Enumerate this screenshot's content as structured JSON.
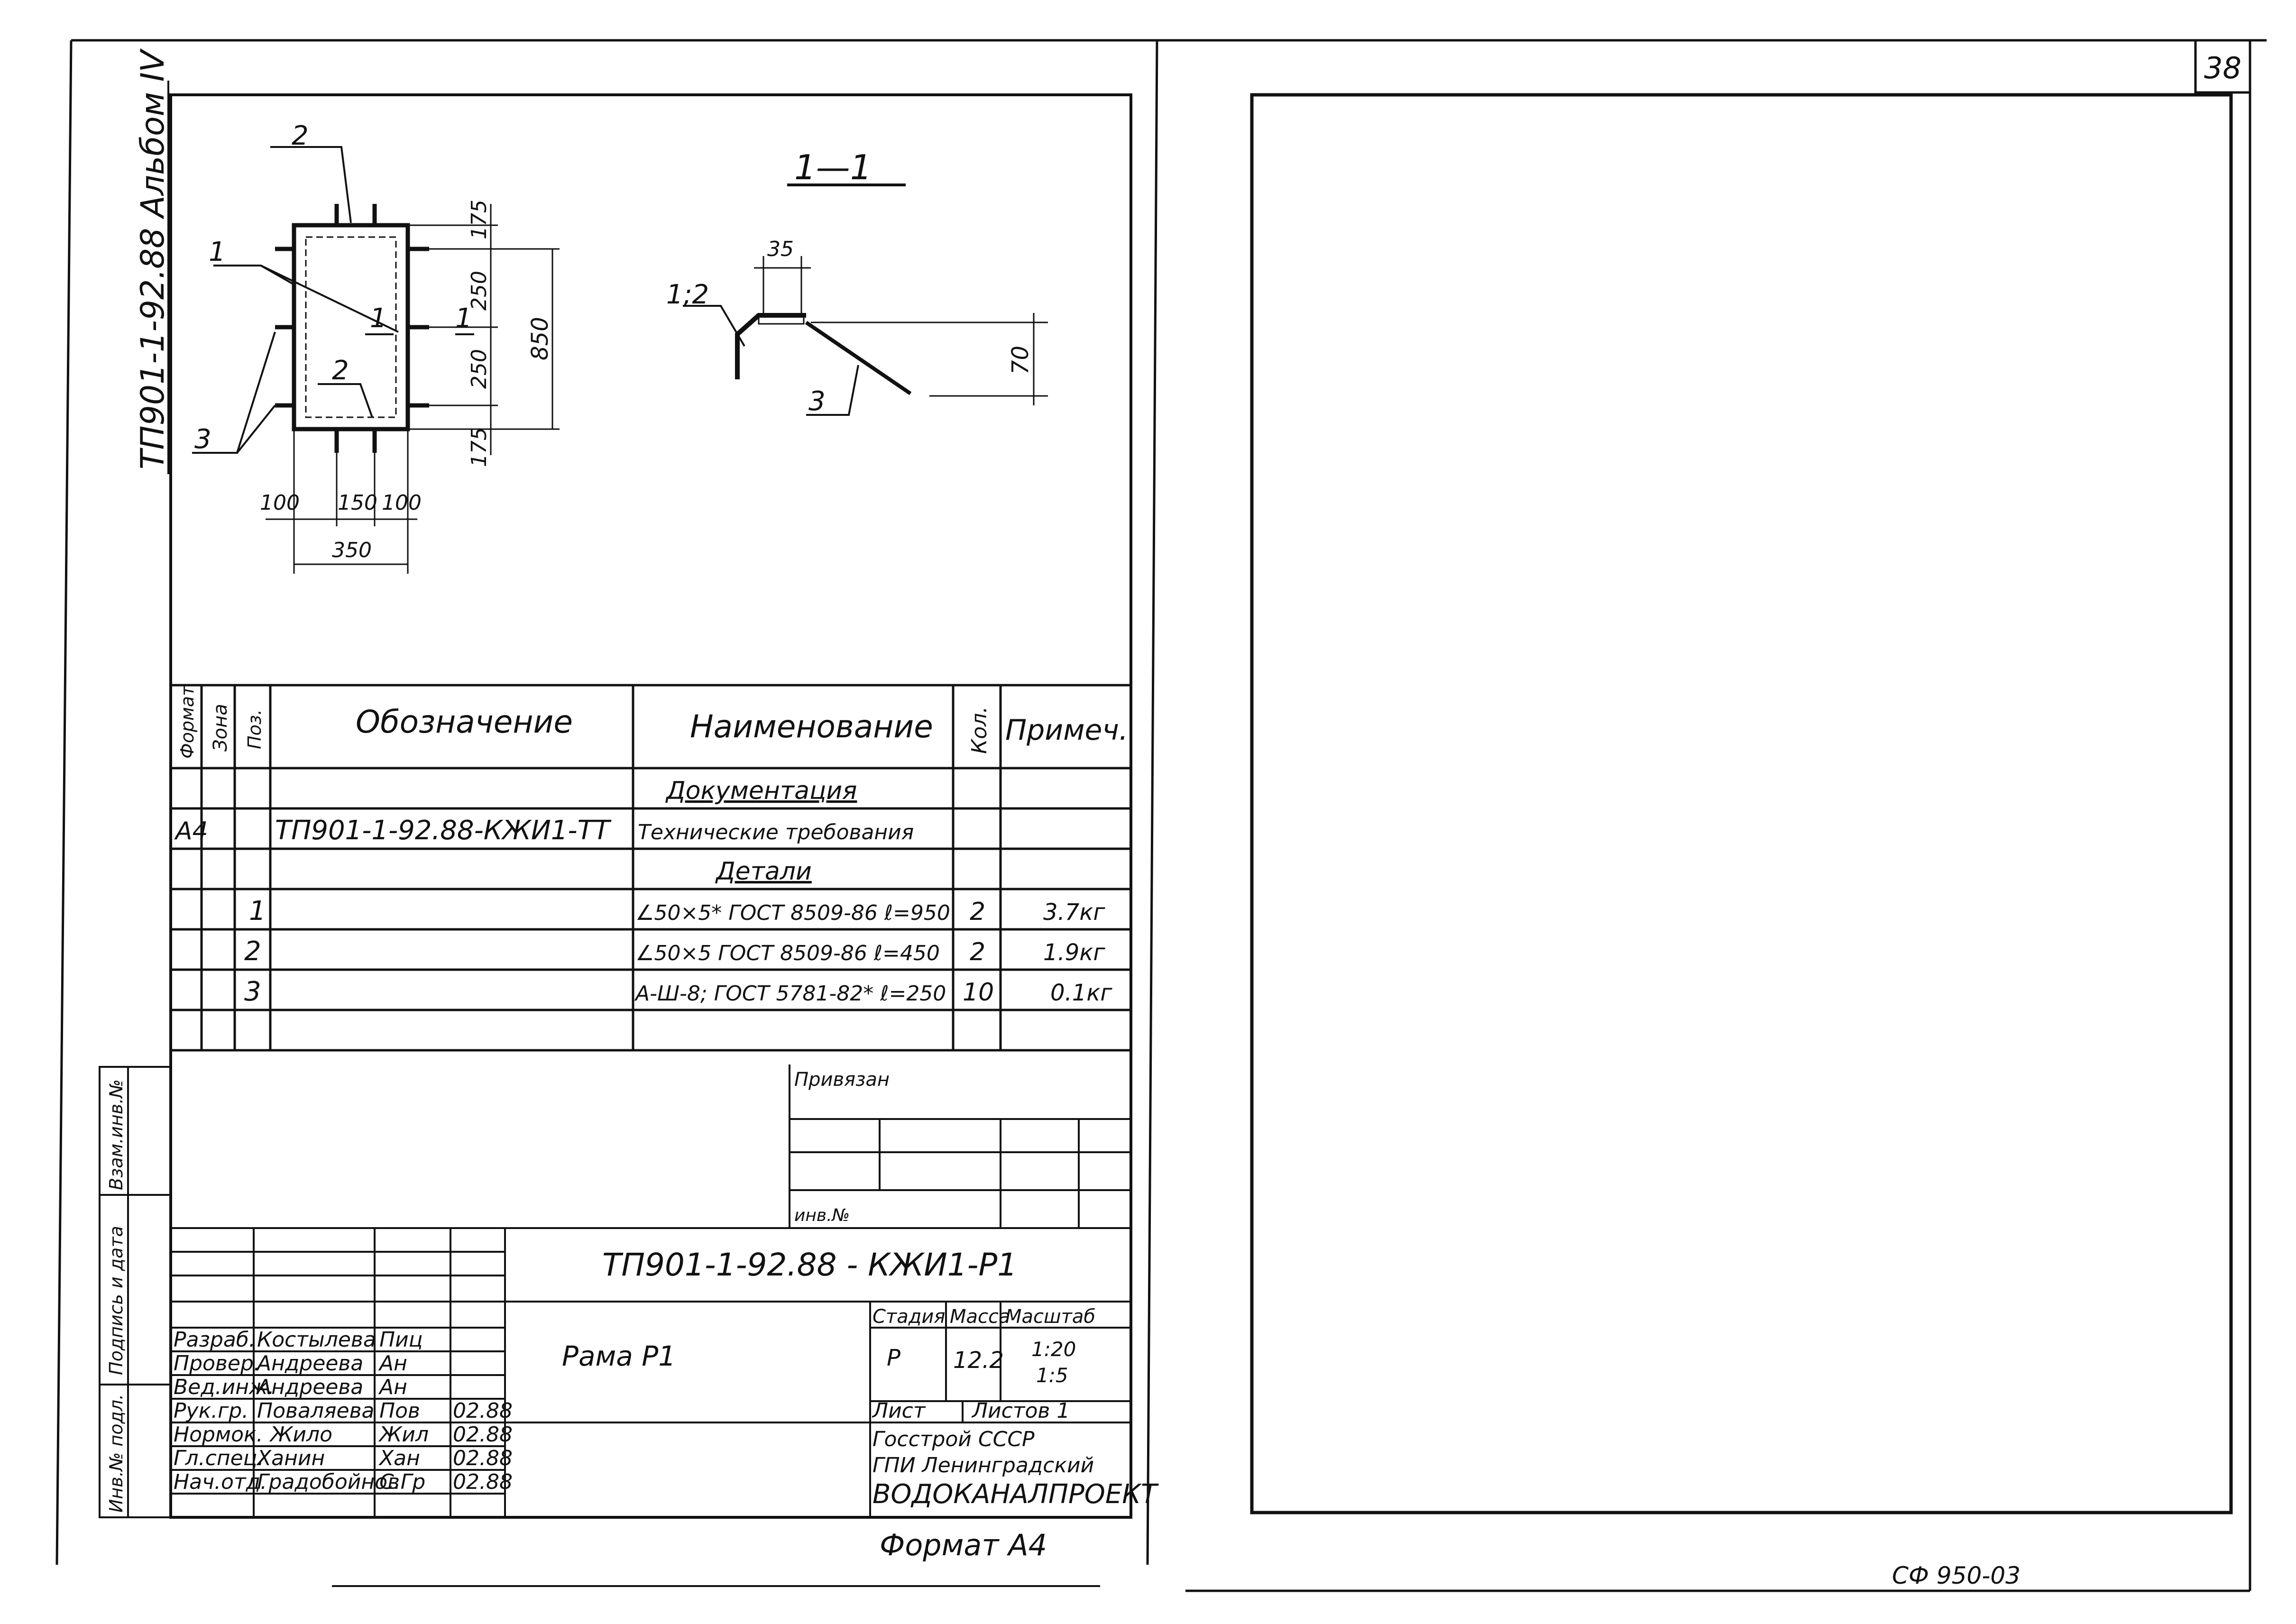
{
  "page_number": "38",
  "album_ref": "ТП901-1-92.88 Альбом IV",
  "section_label": "1—1",
  "drawing": {
    "labels": {
      "pos1": "1",
      "pos2_top": "2",
      "pos2_bottom": "2",
      "pos3": "3",
      "section_mark_left": "1",
      "section_mark_right": "1",
      "section_pos12": "1;2",
      "section_pos3": "3"
    },
    "dims": {
      "d175_top": "175",
      "d250_a": "250",
      "d250_b": "250",
      "d175_bottom": "175",
      "d850": "850",
      "d100_left": "100",
      "d150": "150",
      "d100_right": "100",
      "d350": "350",
      "d35": "35",
      "d70": "70"
    }
  },
  "spec_table": {
    "headers": {
      "format": "Формат",
      "zone": "Зона",
      "pos": "Поз.",
      "designation": "Обозначение",
      "name": "Наименование",
      "qty": "Кол.",
      "note": "Примеч."
    },
    "rows": [
      {
        "format": "",
        "zone": "",
        "pos": "",
        "designation": "",
        "name": "Документация",
        "qty": "",
        "note": ""
      },
      {
        "format": "А4",
        "zone": "",
        "pos": "",
        "designation": "ТП901-1-92.88-КЖИ1-ТТ",
        "name": "Технические требования",
        "qty": "",
        "note": ""
      },
      {
        "format": "",
        "zone": "",
        "pos": "",
        "designation": "",
        "name": "Детали",
        "qty": "",
        "note": ""
      },
      {
        "format": "",
        "zone": "",
        "pos": "1",
        "designation": "",
        "name": "∠50×5* ГОСТ 8509-86   ℓ=950",
        "qty": "2",
        "note": "3.7кг"
      },
      {
        "format": "",
        "zone": "",
        "pos": "2",
        "designation": "",
        "name": "∠50×5 ГОСТ 8509-86   ℓ=450",
        "qty": "2",
        "note": "1.9кг"
      },
      {
        "format": "",
        "zone": "",
        "pos": "3",
        "designation": "",
        "name": "А-Ш-8; ГОСТ 5781-82*  ℓ=250",
        "qty": "10",
        "note": "0.1кг"
      }
    ]
  },
  "side_stamp": {
    "inv_orig": "Инв.№ подл.",
    "sign_date": "Подпись и дата",
    "replace_inv": "Взам.инв.№"
  },
  "linked": {
    "title": "Привязан",
    "inv": "инв.№"
  },
  "title_block": {
    "code": "ТП901-1-92.88 - КЖИ1-Р1",
    "title": "Рама Р1",
    "stage_h": "Стадия",
    "mass_h": "Масса",
    "scale_h": "Масштаб",
    "stage": "Р",
    "mass": "12.2",
    "scale1": "1:20",
    "scale2": "1:5",
    "sheet_h": "Лист",
    "sheets_h": "Листов 1",
    "org1": "Госстрой СССР",
    "org2": "ГПИ Ленинградский",
    "org3": "ВОДОКАНАЛПРОЕКТ",
    "roles": [
      {
        "role": "Разраб.",
        "name": "Костылева",
        "sign": "Пиц",
        "date": ""
      },
      {
        "role": "Провер.",
        "name": "Андреева",
        "sign": "Ан",
        "date": ""
      },
      {
        "role": "Вед.инж.",
        "name": "Андреева",
        "sign": "Ан",
        "date": ""
      },
      {
        "role": "Рук.гр.",
        "name": "Поваляева",
        "sign": "Пов",
        "date": "02.88"
      },
      {
        "role": "Нормок.",
        "name": "Жило",
        "sign": "Жил",
        "date": "02.88"
      },
      {
        "role": "Гл.спец.",
        "name": "Ханин",
        "sign": "Хан",
        "date": "02.88"
      },
      {
        "role": "Нач.отд.",
        "name": "Градобойнов",
        "sign": "С.Гр",
        "date": "02.88"
      }
    ]
  },
  "format_label": "Формат А4",
  "corner_code": "СФ 950-03"
}
